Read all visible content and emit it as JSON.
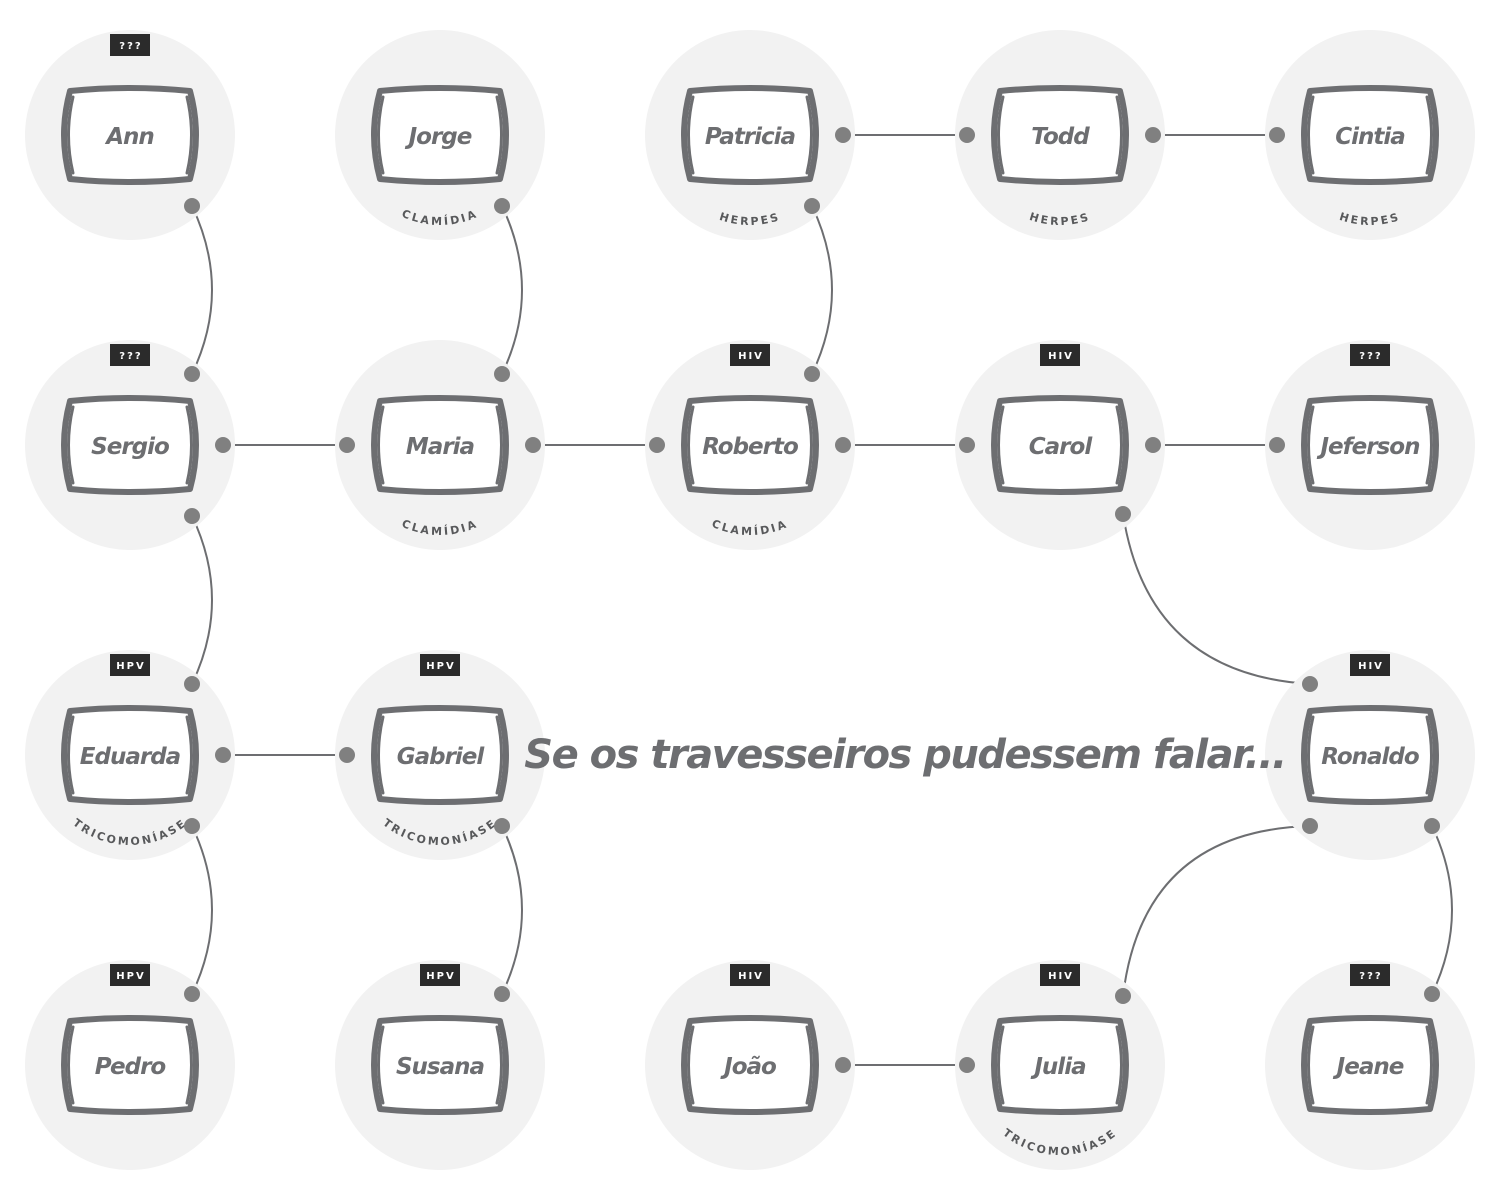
{
  "title": "Se os travesseiros pudessem falar...",
  "colors": {
    "circle": "#f2f2f2",
    "pillow": "#6d6e71",
    "link": "#6d6e71",
    "dot": "#808080",
    "badge": "#2b2b2b",
    "text": "#6d6e71"
  },
  "people": [
    {
      "id": "ann",
      "name": "Ann",
      "badge": "???",
      "disease": ""
    },
    {
      "id": "jorge",
      "name": "Jorge",
      "badge": "",
      "disease": "CLAMÍDIA"
    },
    {
      "id": "patricia",
      "name": "Patricia",
      "badge": "",
      "disease": "HERPES"
    },
    {
      "id": "todd",
      "name": "Todd",
      "badge": "",
      "disease": "HERPES"
    },
    {
      "id": "cintia",
      "name": "Cintia",
      "badge": "",
      "disease": "HERPES"
    },
    {
      "id": "sergio",
      "name": "Sergio",
      "badge": "???",
      "disease": ""
    },
    {
      "id": "maria",
      "name": "Maria",
      "badge": "",
      "disease": "CLAMÍDIA"
    },
    {
      "id": "roberto",
      "name": "Roberto",
      "badge": "HIV",
      "disease": "CLAMÍDIA"
    },
    {
      "id": "carol",
      "name": "Carol",
      "badge": "HIV",
      "disease": ""
    },
    {
      "id": "jeferson",
      "name": "Jeferson",
      "badge": "???",
      "disease": ""
    },
    {
      "id": "eduarda",
      "name": "Eduarda",
      "badge": "HPV",
      "disease": "TRICOMONÍASE"
    },
    {
      "id": "gabriel",
      "name": "Gabriel",
      "badge": "HPV",
      "disease": "TRICOMONÍASE"
    },
    {
      "id": "ronaldo",
      "name": "Ronaldo",
      "badge": "HIV",
      "disease": ""
    },
    {
      "id": "pedro",
      "name": "Pedro",
      "badge": "HPV",
      "disease": ""
    },
    {
      "id": "susana",
      "name": "Susana",
      "badge": "HPV",
      "disease": ""
    },
    {
      "id": "joao",
      "name": "João",
      "badge": "HIV",
      "disease": ""
    },
    {
      "id": "julia",
      "name": "Julia",
      "badge": "HIV",
      "disease": "TRICOMONÍASE"
    },
    {
      "id": "jeane",
      "name": "Jeane",
      "badge": "???",
      "disease": ""
    }
  ],
  "links": [
    {
      "from": "ann",
      "to": "sergio"
    },
    {
      "from": "jorge",
      "to": "maria"
    },
    {
      "from": "patricia",
      "to": "todd"
    },
    {
      "from": "todd",
      "to": "cintia"
    },
    {
      "from": "patricia",
      "to": "roberto"
    },
    {
      "from": "sergio",
      "to": "maria"
    },
    {
      "from": "maria",
      "to": "roberto"
    },
    {
      "from": "roberto",
      "to": "carol"
    },
    {
      "from": "carol",
      "to": "jeferson"
    },
    {
      "from": "sergio",
      "to": "eduarda"
    },
    {
      "from": "eduarda",
      "to": "gabriel"
    },
    {
      "from": "carol",
      "to": "ronaldo"
    },
    {
      "from": "eduarda",
      "to": "pedro"
    },
    {
      "from": "gabriel",
      "to": "susana"
    },
    {
      "from": "joao",
      "to": "julia"
    },
    {
      "from": "ronaldo",
      "to": "julia"
    },
    {
      "from": "ronaldo",
      "to": "jeane"
    }
  ]
}
